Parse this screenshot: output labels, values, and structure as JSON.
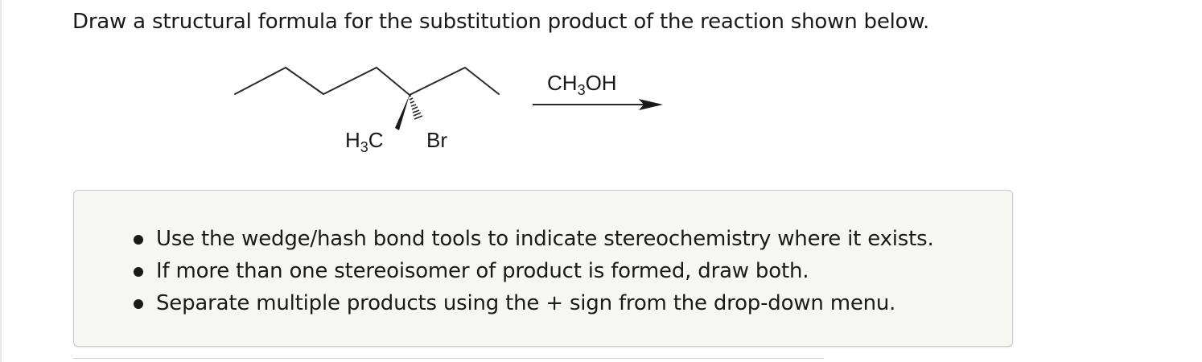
{
  "question": {
    "text": "Draw a structural formula for the substitution product of the reaction shown below."
  },
  "reaction": {
    "reagent_main": "CH",
    "reagent_sub": "3",
    "reagent_tail": "OH",
    "methyl_main": "H",
    "methyl_sub": "3",
    "methyl_tail": "C",
    "leaving_group": "Br"
  },
  "instructions": {
    "items": [
      "Use the wedge/hash bond tools to indicate stereochemistry where it exists.",
      "If more than one stereoisomer of product is formed, draw both.",
      "Separate multiple products using the + sign from the drop-down menu."
    ]
  }
}
